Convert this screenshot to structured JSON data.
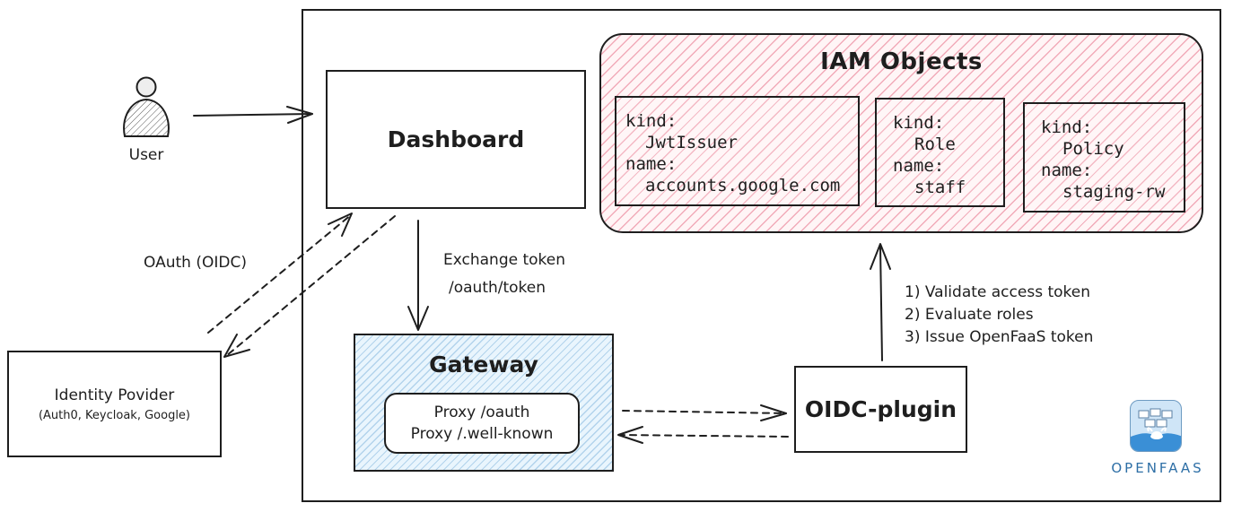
{
  "iam": {
    "title": "IAM Objects",
    "cards": [
      {
        "kind_label": "kind:",
        "kind": "JwtIssuer",
        "name_label": "name:",
        "name": "accounts.google.com"
      },
      {
        "kind_label": "kind:",
        "kind": "Role",
        "name_label": "name:",
        "name": "staff"
      },
      {
        "kind_label": "kind:",
        "kind": "Policy",
        "name_label": "name:",
        "name": "staging-rw"
      }
    ]
  },
  "user": {
    "label": "User"
  },
  "dashboard": {
    "label": "Dashboard"
  },
  "gateway": {
    "title": "Gateway",
    "proxy_lines": [
      "Proxy /oauth",
      "Proxy /.well-known"
    ]
  },
  "oidc_plugin": {
    "label": "OIDC-plugin"
  },
  "identity_provider": {
    "name": "Identity Povider",
    "providers": "(Auth0, Keycloak, Google)"
  },
  "edges": {
    "oauth": "OAuth (OIDC)",
    "exchange_line1": "Exchange token",
    "exchange_line2": "/oauth/token",
    "steps": [
      "1) Validate access token",
      "2) Evaluate roles",
      "3) Issue OpenFaaS token"
    ]
  },
  "logo": {
    "wordmark": "OPENFAAS",
    "icon": "openfaas-whale-icon"
  },
  "colors": {
    "iam_hatch": "#e66e87",
    "gateway_hatch": "#6eaad7",
    "stroke": "#1e1e1e",
    "brand": "#2e6fa6"
  }
}
